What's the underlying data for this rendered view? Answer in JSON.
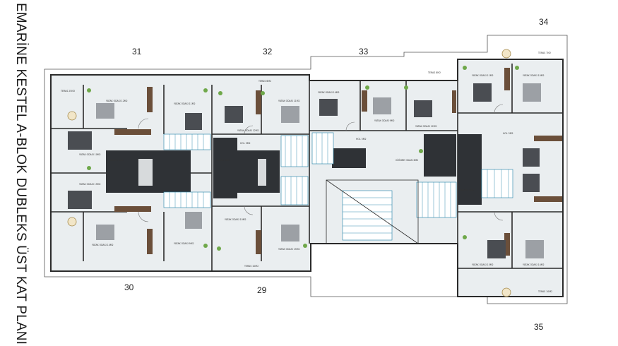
{
  "title": "EMARİNE KESTEL A-BLOK DUBLEKS ÜST KAT PLANI",
  "unit_numbers": [
    "31",
    "32",
    "33",
    "34",
    "30",
    "29",
    "35"
  ],
  "room_labels": {
    "teras_a": "TERAS 25M2",
    "yatak_1": "YATAK ODASI 12M2",
    "yatak_2": "YATAK ODASI 11M2",
    "yatak_3": "YATAK ODASI 10M2",
    "yatak_4": "YATAK ODASI 15M2",
    "yatak_5": "YATAK ODASI 14M2",
    "yatak_6": "YATAK ODASI 9M2",
    "hol": "HOL 5M2",
    "banyo": "BANYO 4M2",
    "giyinme": "GİYİNME ODASI 6M2",
    "teras_b": "TERAS 6M2",
    "teras_c": "TERAS 8M2",
    "teras_d": "TERAS 7M2",
    "teras_e": "TERAS 10M2"
  },
  "colors": {
    "wall": "#2b2b2b",
    "floor": "#eaeef0",
    "dark_core": "#2f3236",
    "stair": "#3a8fb0",
    "bed_dark": "#4a4d52",
    "bed_light": "#9ca0a5",
    "wood": "#6b4f3a",
    "plant": "#6fa84a",
    "outline": "#555555"
  }
}
